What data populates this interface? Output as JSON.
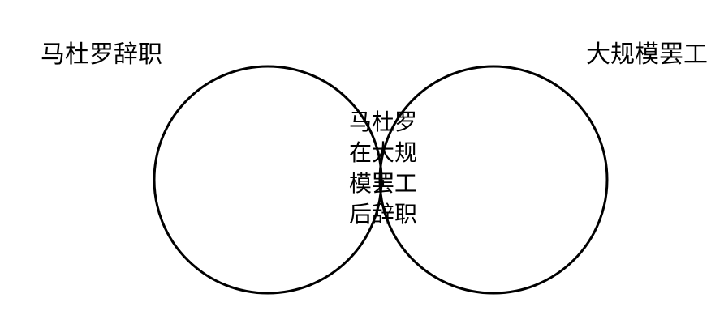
{
  "diagram": {
    "type": "venn",
    "sets": [
      {
        "label": "马杜罗辞职"
      },
      {
        "label": "大规模罢工"
      }
    ],
    "intersection": {
      "lines": [
        "马杜罗",
        "在大规",
        "模罢工",
        "后辞职"
      ]
    },
    "stroke_color": "#000000",
    "background_color": "#ffffff"
  }
}
